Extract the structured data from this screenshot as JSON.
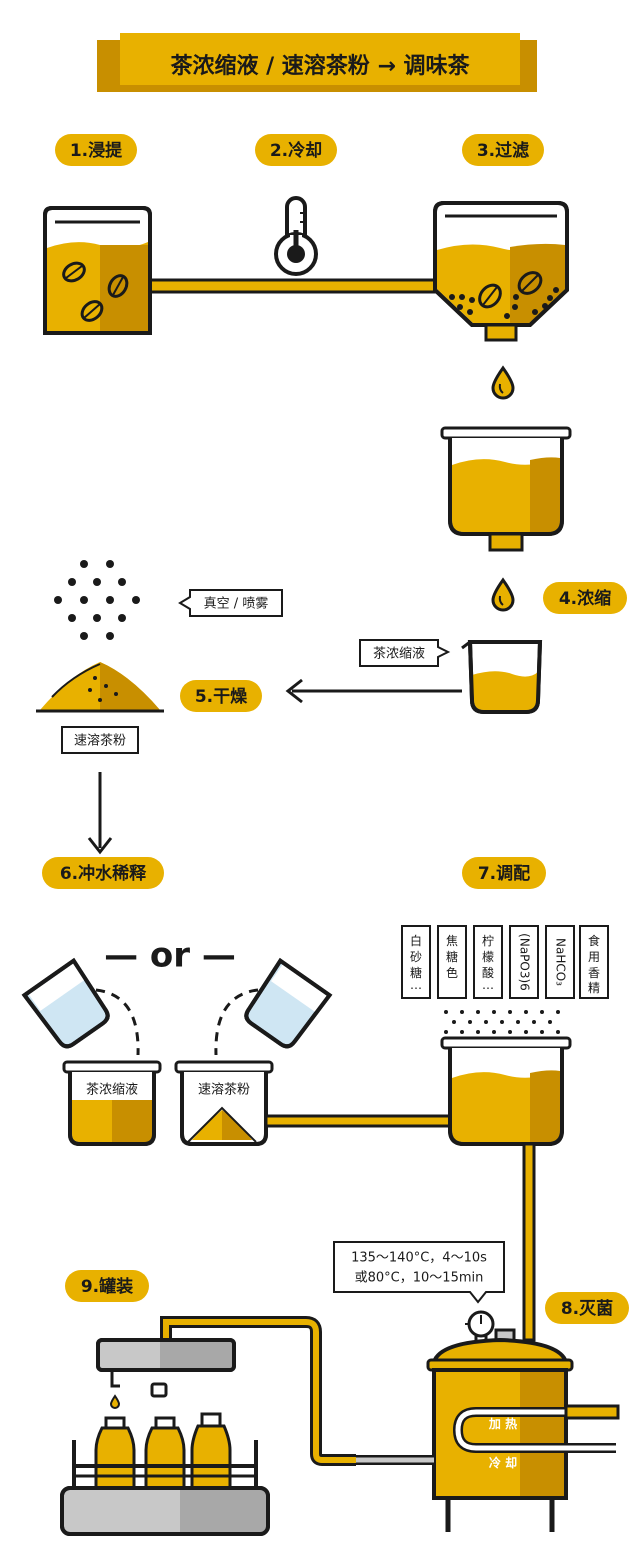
{
  "title": "茶浓缩液 / 速溶茶粉 → 调味茶",
  "steps": {
    "s1": "1.浸提",
    "s2": "2.冷却",
    "s3": "3.过滤",
    "s4": "4.浓缩",
    "s5": "5.干燥",
    "s6": "6.冲水稀释",
    "s7": "7.调配",
    "s8": "8.灭菌",
    "s9": "9.罐装"
  },
  "labels": {
    "vacuum_spray": "真空 / 喷雾",
    "concentrate": "茶浓缩液",
    "instant_powder": "速溶茶粉",
    "or": "— or —",
    "concentrate_cup": "茶浓缩液",
    "powder_cup": "速溶茶粉",
    "heat": "加 热",
    "cool": "冷 却",
    "sterilize_line1": "135～140°C，4～10s",
    "sterilize_line2": "或80°C，10～15min"
  },
  "ingredients": [
    [
      "白",
      "砂",
      "糖",
      "⋯"
    ],
    [
      "焦",
      "糖",
      "色"
    ],
    [
      "柠",
      "檬",
      "酸",
      "⋯"
    ],
    [
      "(NaPO3)6"
    ],
    [
      "NaHCO₃"
    ],
    [
      "食",
      "用",
      "香",
      "精"
    ]
  ],
  "colors": {
    "gold": "#e8b100",
    "gold_dark": "#c88f00",
    "ink": "#1a1a1a",
    "water": "#cfe6f3",
    "grey": "#c8c8c8"
  }
}
